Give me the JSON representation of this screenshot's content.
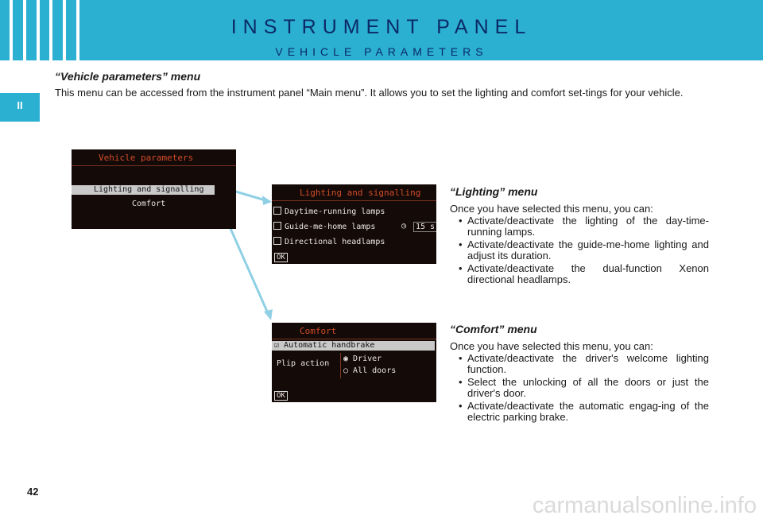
{
  "header": {
    "title": "INSTRUMENT PANEL",
    "subtitle": "VEHICLE PARAMETERS",
    "color": "#2bb0d2"
  },
  "chapter_tab": "II",
  "intro": {
    "heading": "“Vehicle parameters” menu",
    "body": "This menu can be accessed from the instrument panel “Main menu”. It allows you to set the lighting and comfort set-tings for your vehicle."
  },
  "screen_main": {
    "title": "Vehicle parameters",
    "items": [
      "Lighting and signalling",
      "Comfort"
    ],
    "selected_item": "Lighting and signalling"
  },
  "screen_lighting": {
    "title": "Lighting and signalling",
    "items": [
      "Daytime-running lamps",
      "Guide-me-home lamps",
      "Directional headlamps"
    ],
    "duration": "15 s",
    "ok": "OK"
  },
  "screen_comfort": {
    "title": "Comfort",
    "selected_item": "Automatic handbrake",
    "plip_label": "Plip action",
    "plip_options": [
      "Driver",
      "All doors"
    ],
    "ok": "OK"
  },
  "lighting_section": {
    "heading": "“Lighting” menu",
    "lead": "Once you have selected this menu, you can:",
    "bullets": [
      "Activate/deactivate the lighting of the day-time-running lamps.",
      "Activate/deactivate the guide-me-home lighting and adjust its duration.",
      "Activate/deactivate the dual-function Xenon directional headlamps."
    ]
  },
  "comfort_section": {
    "heading": "“Comfort” menu",
    "lead": "Once you have selected this menu, you can:",
    "bullets": [
      "Activate/deactivate the driver's welcome lighting function.",
      "Select the unlocking of all the doors or just the driver's door.",
      "Activate/deactivate the automatic engag-ing of the electric parking brake."
    ]
  },
  "page_number": "42",
  "watermark": "carmanualsonline.info"
}
